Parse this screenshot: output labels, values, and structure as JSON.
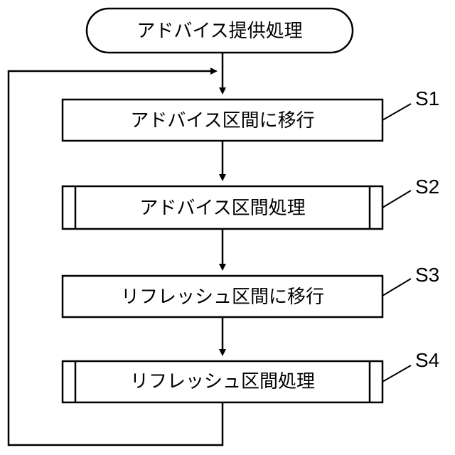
{
  "flowchart": {
    "start": {
      "label": "アドバイス提供処理"
    },
    "steps": [
      {
        "id": "S1",
        "label": "アドバイス区間に移行",
        "kind": "process"
      },
      {
        "id": "S2",
        "label": "アドバイス区間処理",
        "kind": "subroutine"
      },
      {
        "id": "S3",
        "label": "リフレッシュ区間に移行",
        "kind": "process"
      },
      {
        "id": "S4",
        "label": "リフレッシュ区間処理",
        "kind": "subroutine"
      }
    ],
    "loop": "S4 → S1"
  },
  "colors": {
    "stroke": "#000000",
    "fill": "#ffffff"
  }
}
